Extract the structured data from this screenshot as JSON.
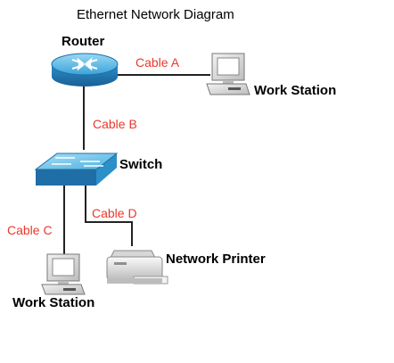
{
  "diagram": {
    "title": "Ethernet Network Diagram",
    "devices": {
      "router": "Router",
      "workstation_top": "Work Station",
      "switch": "Switch",
      "printer": "Network Printer",
      "workstation_bottom": "Work Station"
    },
    "cables": {
      "a": "Cable A",
      "b": "Cable B",
      "c": "Cable C",
      "d": "Cable D"
    },
    "colors": {
      "cable_label": "#e8382d",
      "router_body": "#2b8fc8",
      "switch_body": "#2f9ad0",
      "workstation": "#d8d8d8",
      "printer": "#e4e4e4"
    }
  }
}
